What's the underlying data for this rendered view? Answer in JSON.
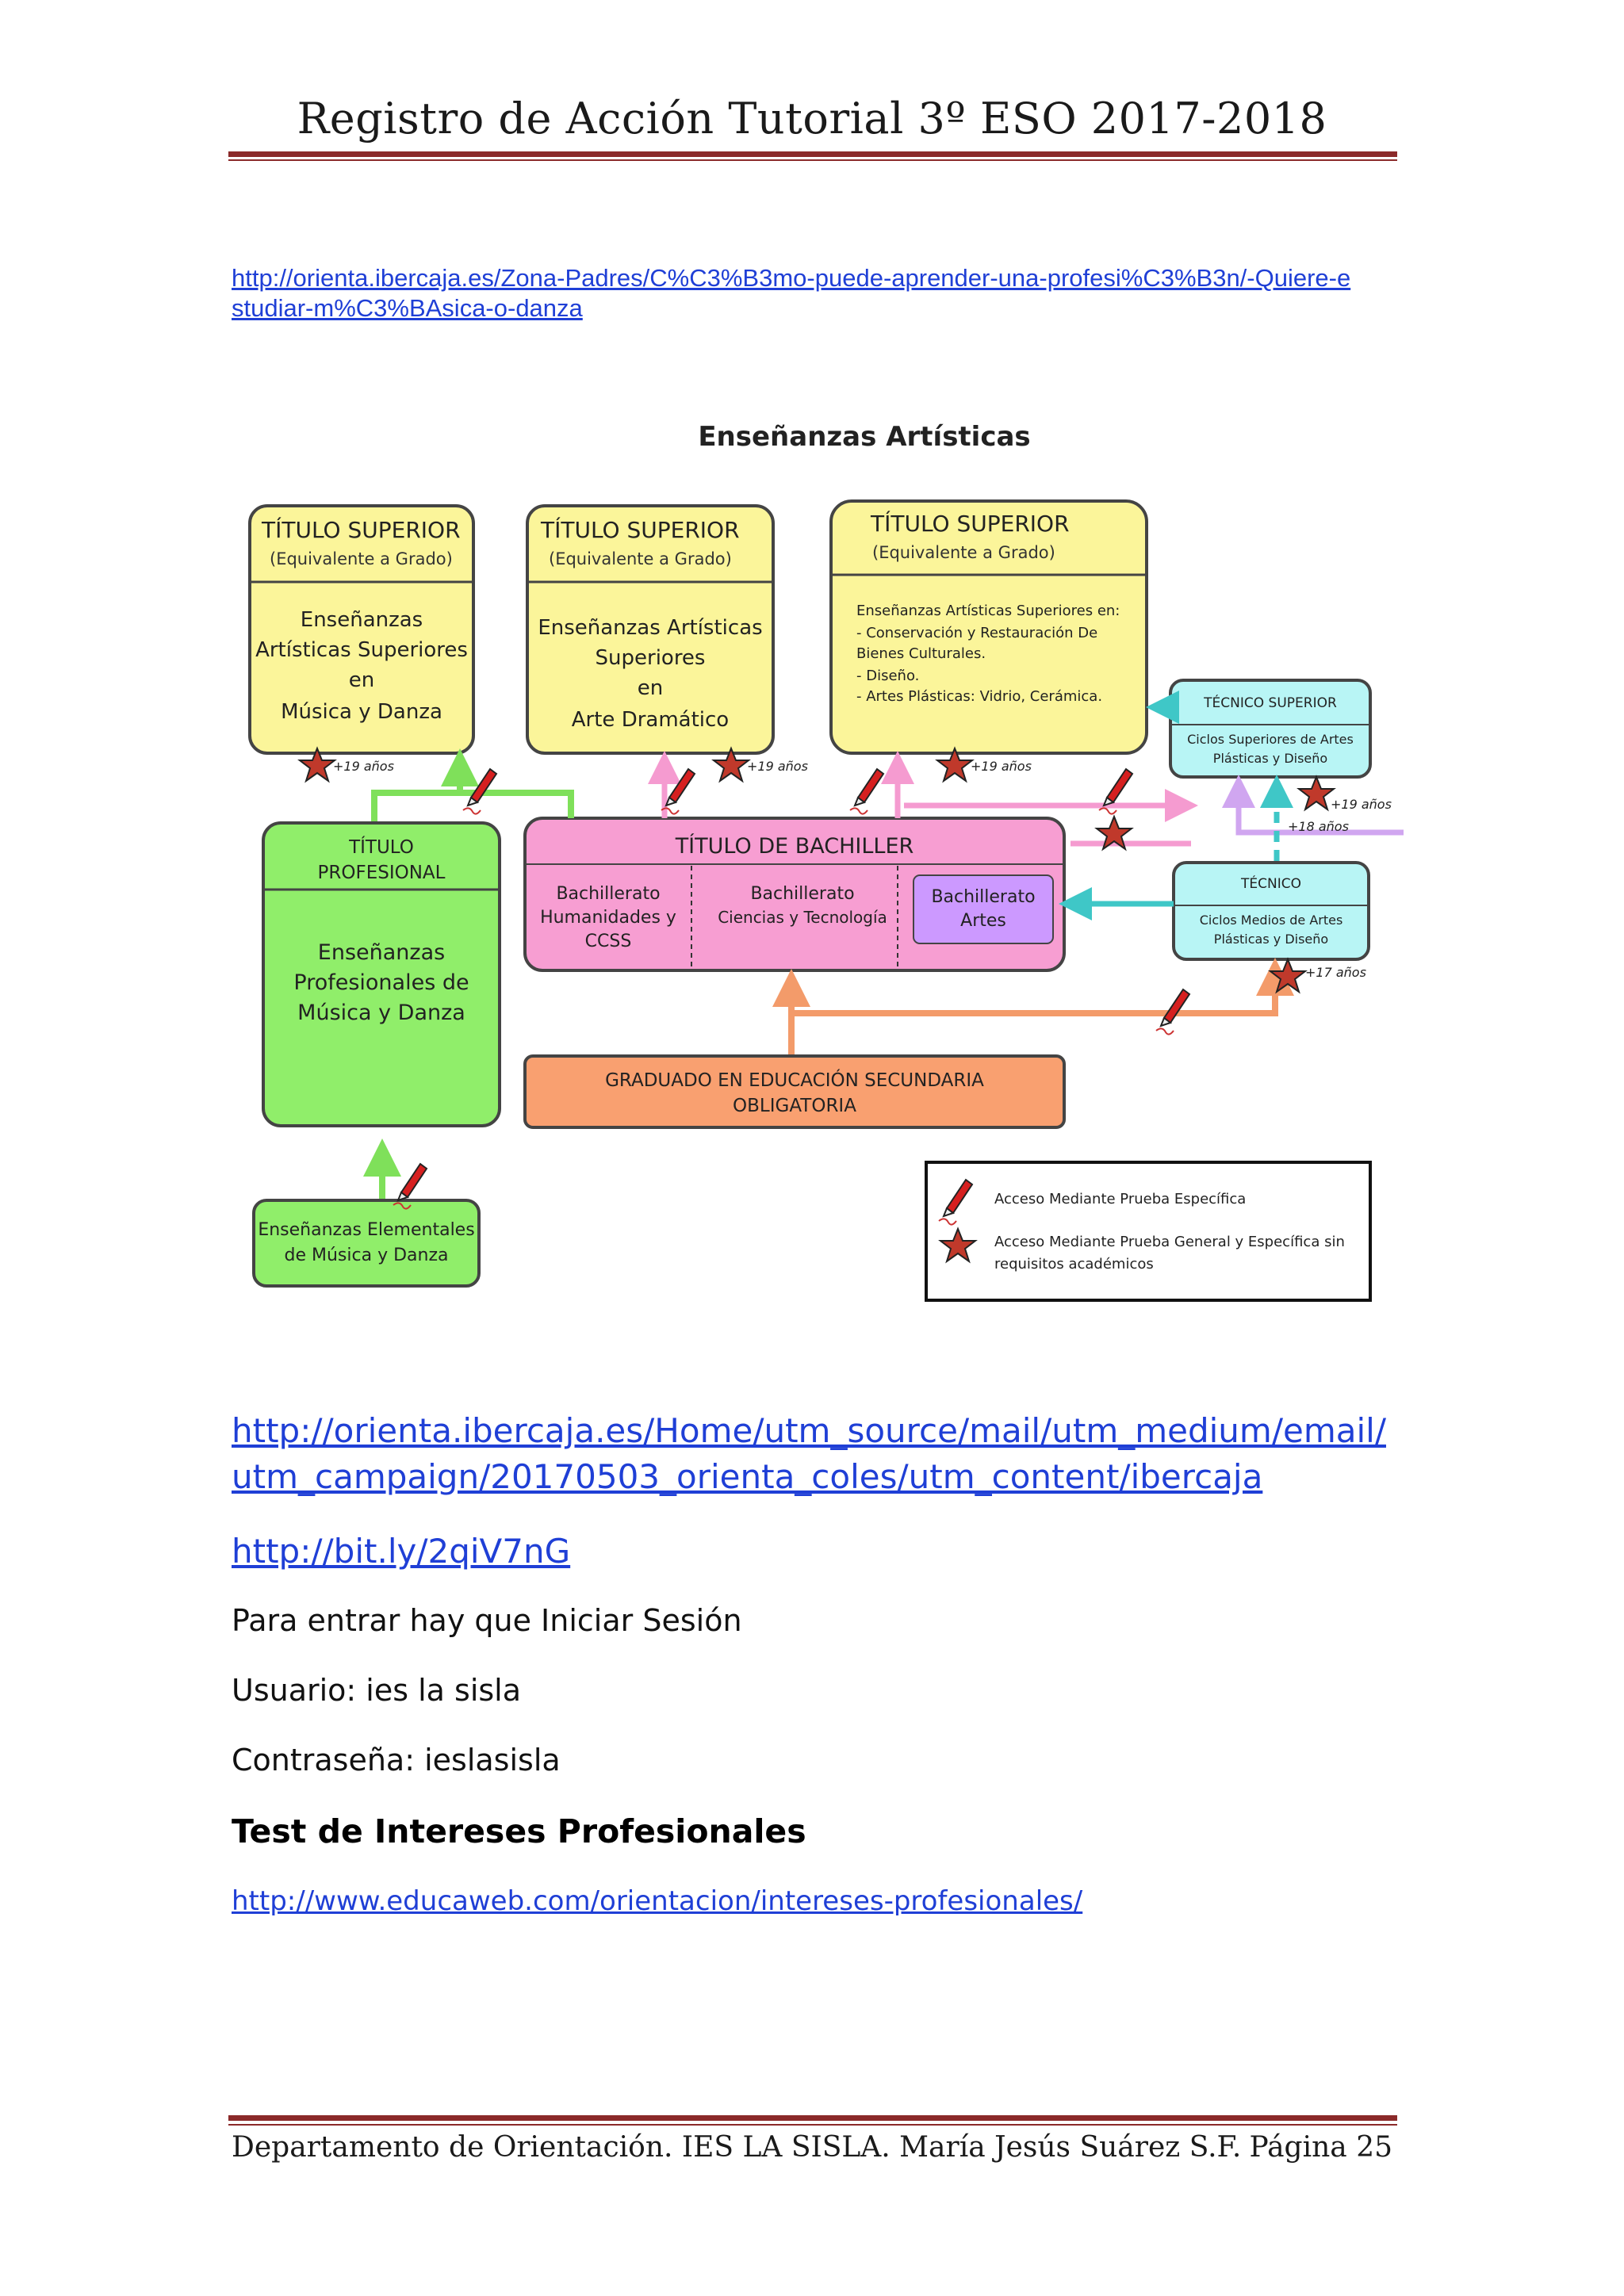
{
  "header": {
    "title": "Registro de Acción Tutorial 3º ESO 2017-2018"
  },
  "links": {
    "ibercaja_padres": "http://orienta.ibercaja.es/Zona-Padres/C%C3%B3mo-puede-aprender-una-profesi%C3%B3n/-Quiere-estudiar-m%C3%BAsica-o-danza",
    "ibercaja_home": "http://orienta.ibercaja.es/Home/utm_source/mail/utm_medium/email/utm_campaign/20170503_orienta_coles/utm_content/ibercaja",
    "bitly": "http://bit.ly/2qiV7nG",
    "educaweb": "http://www.educaweb.com/orientacion/intereses-profesionales/"
  },
  "text": {
    "login_note": "Para entrar hay que Iniciar Sesión",
    "user": "Usuario: ies la sisla",
    "password": "Contraseña: ieslasisla",
    "test_heading": "Test de Intereses Profesionales"
  },
  "diagram": {
    "title": "Enseñanzas Artísticas",
    "box1": {
      "title": "TÍTULO SUPERIOR",
      "subtitle": "(Equivalente a Grado)",
      "body": [
        "Enseñanzas",
        "Artísticas Superiores",
        "en",
        "Música y Danza"
      ]
    },
    "box2": {
      "title": "TÍTULO SUPERIOR",
      "subtitle": "(Equivalente a Grado)",
      "body": [
        "Enseñanzas Artísticas",
        "Superiores",
        "en",
        "Arte Dramático"
      ]
    },
    "box3": {
      "title": "TÍTULO SUPERIOR",
      "subtitle": "(Equivalente a Grado)",
      "body": [
        "Enseñanzas Artísticas Superiores en:",
        "- Conservación y Restauración De",
        "Bienes Culturales.",
        "- Diseño.",
        "- Artes Plásticas: Vidrio, Cerámica."
      ]
    },
    "tecnico_superior": {
      "title": "TÉCNICO SUPERIOR",
      "body": [
        "Ciclos Superiores de Artes",
        "Plásticas y Diseño"
      ]
    },
    "tecnico": {
      "title": "TÉCNICO",
      "body": [
        "Ciclos Medios de Artes",
        "Plásticas y Diseño"
      ]
    },
    "titulo_profesional": {
      "title": [
        "TÍTULO",
        "PROFESIONAL"
      ],
      "body": [
        "Enseñanzas",
        "Profesionales de",
        "Música y Danza"
      ]
    },
    "bachiller": {
      "title": "TÍTULO DE BACHILLER",
      "col1": [
        "Bachillerato",
        "Humanidades y",
        "CCSS"
      ],
      "col2": [
        "Bachillerato",
        "Ciencias y Tecnología"
      ],
      "col3": [
        "Bachillerato",
        "Artes"
      ]
    },
    "eso": {
      "lines": [
        "GRADUADO EN EDUCACIÓN SECUNDARIA",
        "OBLIGATORIA"
      ]
    },
    "elementales": {
      "lines": [
        "Enseñanzas Elementales",
        "de Música y Danza"
      ]
    },
    "age_labels": {
      "age19": "+19 años",
      "age18": "+18 años",
      "age17": "+17 años"
    },
    "legend": {
      "item1": "Acceso Mediante Prueba Específica",
      "item2_line1": "Acceso Mediante Prueba General y Específica sin",
      "item2_line2": "requisitos académicos"
    },
    "colors": {
      "yellow": "#fbf59a",
      "green": "#90ee6a",
      "pink": "#f79ed2",
      "cyan": "#b8f5f5",
      "orange": "#f9a070",
      "purple": "#cc99ff"
    }
  },
  "footer": {
    "left": "Departamento de Orientación. IES LA SISLA. María Jesús Suárez S.F.",
    "right": "Página 25"
  }
}
